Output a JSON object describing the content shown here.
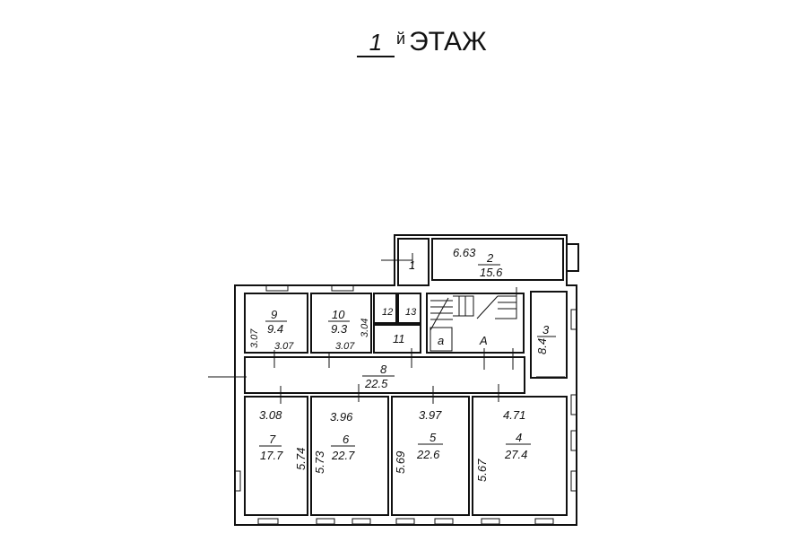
{
  "title": {
    "floor_number": "1",
    "suffix": "й",
    "word": "ЭТАЖ"
  },
  "rooms": {
    "r1": {
      "number": "1"
    },
    "r2": {
      "number": "2",
      "area": "15.6",
      "length": "6.63"
    },
    "r3": {
      "number": "3",
      "area": "8.4"
    },
    "r4": {
      "number": "4",
      "area": "27.4",
      "width": "4.71",
      "depth": "5.67"
    },
    "r5": {
      "number": "5",
      "area": "22.6",
      "width": "3.97",
      "depth": "5.69"
    },
    "r6": {
      "number": "6",
      "area": "22.7",
      "width": "3.96",
      "depth": "5.73"
    },
    "r7": {
      "number": "7",
      "area": "17.7",
      "width": "3.08",
      "depth": "5.74"
    },
    "r8": {
      "number": "8",
      "area": "22.5"
    },
    "r9": {
      "number": "9",
      "area": "9.4",
      "width": "3.07",
      "depth": "3.07"
    },
    "r10": {
      "number": "10",
      "area": "9.3",
      "width": "3.07",
      "depth": "3.04"
    },
    "r11": {
      "number": "11"
    },
    "r12": {
      "number": "12"
    },
    "r13": {
      "number": "13"
    },
    "ra": {
      "number": "а"
    },
    "rA": {
      "number": "А"
    }
  }
}
